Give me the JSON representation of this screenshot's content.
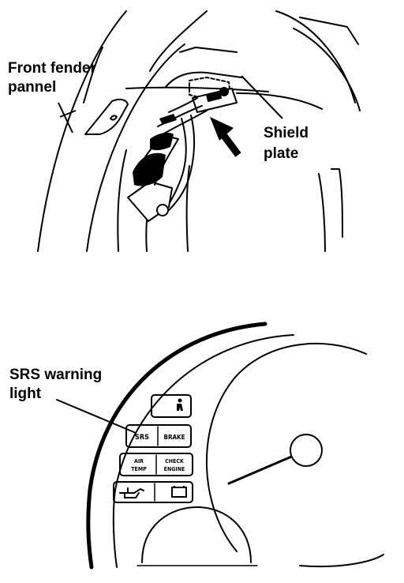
{
  "top_diagram": {
    "label_fender_line1": "Front fender",
    "label_fender_line2": "pannel",
    "label_shield_line1": "Shield",
    "label_shield_line2": "plate"
  },
  "bottom_diagram": {
    "label_srs_line1": "SRS warning",
    "label_srs_line2": "light",
    "indicator_srs": "SRS",
    "indicator_brake": "BRAKE",
    "indicator_air_temp_line1": "AIR",
    "indicator_air_temp_line2": "TEMP",
    "indicator_check_engine_line1": "CHECK",
    "indicator_check_engine_line2": "ENGINE"
  },
  "icons": {
    "seatbelt": "seatbelt-icon",
    "oil": "oil-pressure-icon",
    "battery": "battery-icon"
  },
  "colors": {
    "ink": "#000000",
    "paper": "#ffffff"
  }
}
